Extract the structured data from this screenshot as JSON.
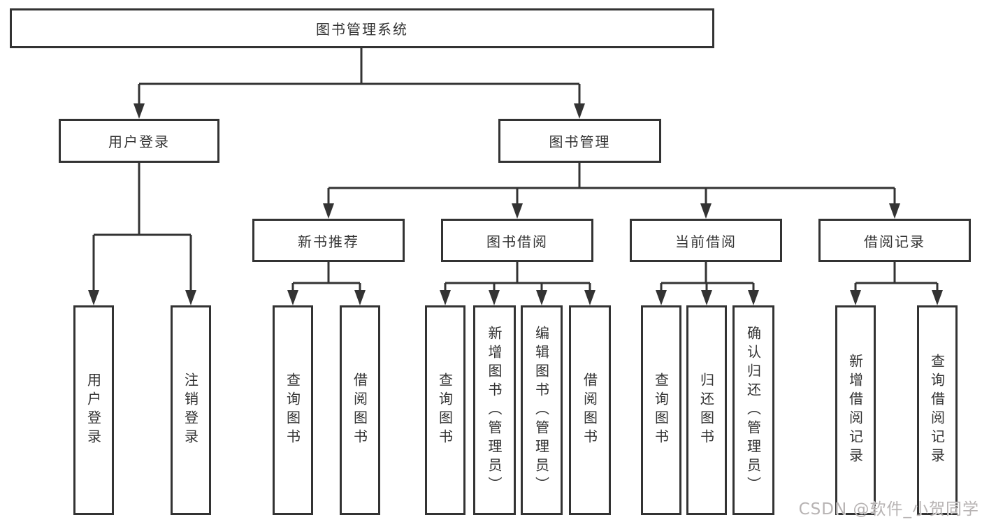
{
  "tree": {
    "label": "图书管理系统",
    "children": [
      {
        "label": "用户登录",
        "children": [
          {
            "label": "用户登录"
          },
          {
            "label": "注销登录"
          }
        ]
      },
      {
        "label": "图书管理",
        "children": [
          {
            "label": "新书推荐",
            "children": [
              {
                "label": "查询图书"
              },
              {
                "label": "借阅图书"
              }
            ]
          },
          {
            "label": "图书借阅",
            "children": [
              {
                "label": "查询图书"
              },
              {
                "label": "新增图书（管理员）"
              },
              {
                "label": "编辑图书（管理员）"
              },
              {
                "label": "借阅图书"
              }
            ]
          },
          {
            "label": "当前借阅",
            "children": [
              {
                "label": "查询图书"
              },
              {
                "label": "归还图书"
              },
              {
                "label": "确认归还（管理员）"
              }
            ]
          },
          {
            "label": "借阅记录",
            "children": [
              {
                "label": "新增借阅记录"
              },
              {
                "label": "查询借阅记录"
              }
            ]
          }
        ]
      }
    ]
  },
  "watermark": {
    "text": "CSDN @软件_小贺同学",
    "color": "#b7b3b3"
  },
  "colors": {
    "line": "#333333",
    "box_border": "#333333",
    "text": "#333333",
    "background": "#ffffff"
  }
}
